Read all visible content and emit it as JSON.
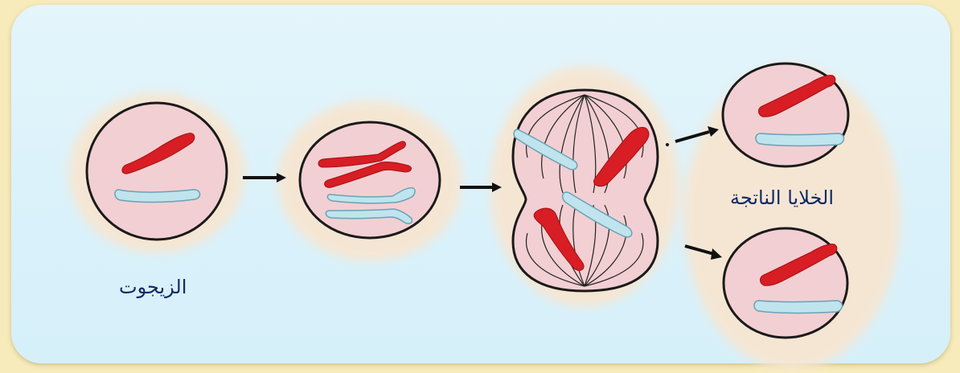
{
  "labels": {
    "zygote": "الزيجوت",
    "daughter_cells": "الخلايا الناتجة"
  },
  "colors": {
    "panel_bg": "#dbf2fb",
    "cell_fill": "#f2cfd2",
    "halo": "#f7e6d2",
    "maternal_chromosome": "#d81d24",
    "paternal_chromosome": "#bfe4ee",
    "outline": "#1a1a1a",
    "label_text": "#0f2a66"
  },
  "stages": [
    "zygote",
    "replicated-chromosomes",
    "dividing-cell",
    "daughter-cell-top",
    "daughter-cell-bottom"
  ]
}
